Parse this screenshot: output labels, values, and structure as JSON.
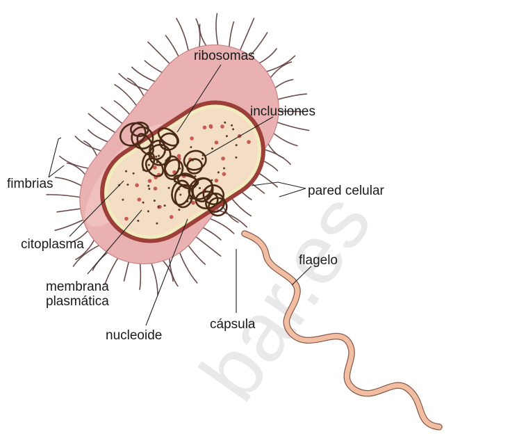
{
  "labels": {
    "ribosomas": "ribosomas",
    "inclusiones": "inclusiones",
    "fimbrias": "fimbrias",
    "pared_celular": "pared celular",
    "citoplasma": "citoplasma",
    "flagelo": "flagelo",
    "membrana_line1": "membrana",
    "membrana_line2": "plasmática",
    "capsula": "cápsula",
    "nucleoide": "nucleoide"
  },
  "watermark": "bar.es",
  "colors": {
    "capsule": "#e9b1b1",
    "cell_wall": "#9c3f39",
    "membrane": "#f1ebbe",
    "cytoplasm": "#f3ddc4",
    "nucleoid": "#4a2a17",
    "ribosome": "#c95a52",
    "inclusion": "#5a3a2a",
    "flagellum": "#f2bea3",
    "fimbriae": "#6b4a4a"
  }
}
